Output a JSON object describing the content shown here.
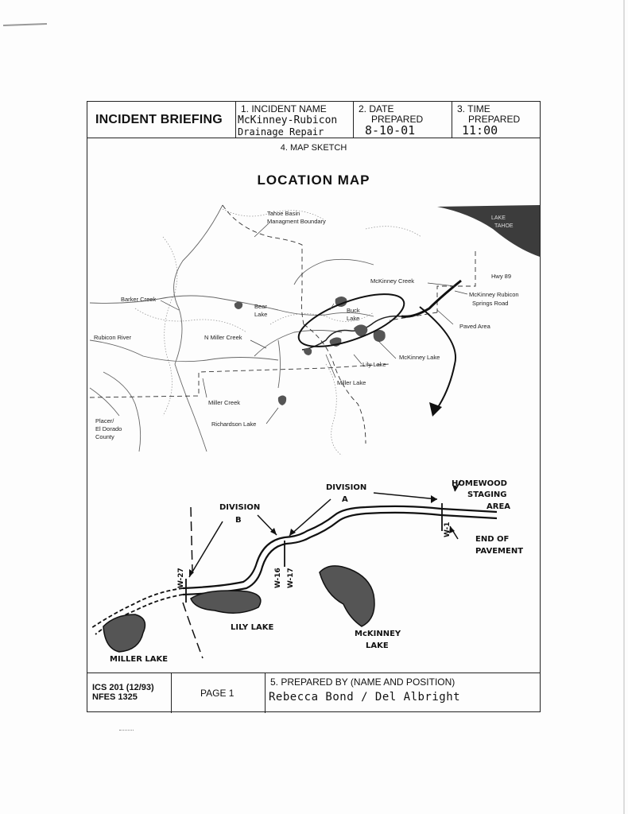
{
  "form": {
    "title": "INCIDENT BRIEFING",
    "incident_name": {
      "label": "1. INCIDENT NAME",
      "line1": "McKinney-Rubicon",
      "line2": "Drainage Repair"
    },
    "date_prepared": {
      "label": "2. DATE",
      "label2": "PREPARED",
      "value": "8-10-01"
    },
    "time_prepared": {
      "label": "3. TIME",
      "label2": "PREPARED",
      "value": "11:00"
    },
    "map_sketch_label": "4. MAP SKETCH",
    "map_title": "LOCATION MAP"
  },
  "map_labels": {
    "tahoe1": "Tahoe Basin",
    "tahoe2": "Managment Boundary",
    "lake_tahoe1": "LAKE",
    "lake_tahoe2": "TAHOE",
    "hwy89": "Hwy 89",
    "mckinney_creek": "McKinney Creek",
    "mr_road1": "McKinney Rubicon",
    "mr_road2": "Springs Road",
    "paved_area": "Paved Area",
    "barker_creek": "Barker Creek",
    "bear_lake1": "Bear",
    "bear_lake2": "Lake",
    "buck_lake1": "Buck",
    "buck_lake2": "Lake",
    "rubicon_river": "Rubicon River",
    "n_miller_creek": "N Miller Creek",
    "mckinney_lake": "McKinney Lake",
    "lily_lake": "Lily Lake",
    "miller_lake": "Miller Lake",
    "miller_creek": "Miller Creek",
    "placer1": "Placer/",
    "placer2": "El Dorado",
    "placer3": "County",
    "richardson_lake": "Richardson Lake"
  },
  "sketch_labels": {
    "division_a1": "DIVISION",
    "division_a2": "A",
    "division_b1": "DIVISION",
    "division_b2": "B",
    "homewood1": "HOMEWOOD",
    "homewood2": "STAGING",
    "homewood3": "AREA",
    "end_pavement1": "END OF",
    "end_pavement2": "PAVEMENT",
    "w1": "W-1",
    "w16": "W-16",
    "w17": "W-17",
    "w27": "W-27",
    "lily_lake": "LILY LAKE",
    "mckinney_lake1": "McKINNEY",
    "mckinney_lake2": "LAKE",
    "miller_lake": "MILLER LAKE"
  },
  "footer": {
    "form_id1": "ICS 201 (12/93)",
    "form_id2": "NFES 1325",
    "page": "PAGE 1",
    "prepared_by_label": "5. PREPARED BY (NAME AND POSITION)",
    "prepared_by_value": "Rebecca Bond / Del Albright"
  },
  "colors": {
    "ink": "#111111",
    "lake_fill": "#555555",
    "paper": "#fdfdfd"
  }
}
